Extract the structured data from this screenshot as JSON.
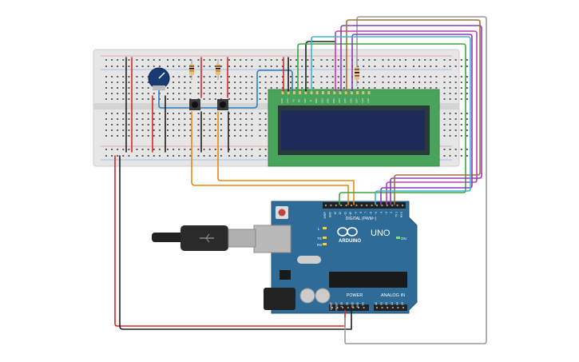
{
  "arduino": {
    "brand": "ARDUINO",
    "model": "UNO",
    "digital_label": "DIGITAL (PWM~)",
    "power_label": "POWER",
    "analog_label": "ANALOG IN",
    "led_l": "L",
    "led_tx": "TX",
    "led_rx": "RX",
    "led_on": "ON",
    "digital_pins": [
      "AREF",
      "GND",
      "13",
      "12",
      "~11",
      "~10",
      "~9",
      "8",
      "7",
      "~6",
      "~5",
      "4",
      "~3",
      "2",
      "TX 1",
      "RX 0"
    ],
    "power_pins": [
      "IOREF",
      "RESET",
      "3.3V",
      "5V",
      "GND",
      "GND",
      "Vin"
    ],
    "analog_pins": [
      "A0",
      "A1",
      "A2",
      "A3",
      "A4",
      "A5"
    ]
  },
  "lcd": {
    "pins": [
      "GND",
      "VCC",
      "V0",
      "RS",
      "RW",
      "E",
      "DB0",
      "DB1",
      "DB2",
      "DB3",
      "DB4",
      "DB5",
      "DB6",
      "DB7",
      "LED",
      "LED"
    ]
  },
  "colors": {
    "breadboard": "#e6e6e6",
    "arduino_board": "#2e6b96",
    "lcd_pcb": "#4aa35a",
    "lcd_screen": "#1e2a58",
    "wire_red": "#d82727",
    "wire_black": "#1f1f1f",
    "wire_orange": "#e68a12",
    "wire_blue": "#2b7fc2",
    "wire_green": "#3aa63a",
    "wire_purple": "#8d3bb5",
    "wire_magenta": "#c23bb5",
    "wire_cyan": "#3bb6c9",
    "wire_brown": "#a0703a",
    "wire_gray": "#9a9a9a"
  }
}
